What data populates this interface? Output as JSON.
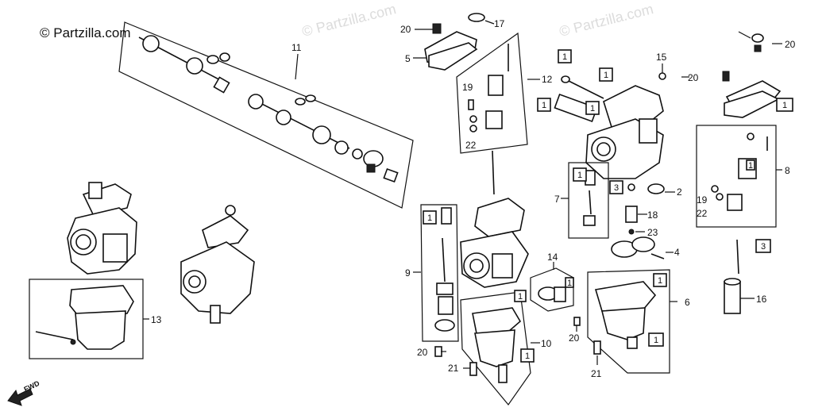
{
  "watermark": {
    "copyright": "© Partzilla.com",
    "repeat_text": "© Partzilla.com"
  },
  "fwd_label": "FWD",
  "callouts": [
    {
      "id": "c-1a",
      "text": "1"
    },
    {
      "id": "c-1b",
      "text": "1"
    },
    {
      "id": "c-1c",
      "text": "1"
    },
    {
      "id": "c-1d",
      "text": "1"
    },
    {
      "id": "c-1e",
      "text": "1"
    },
    {
      "id": "c-1f",
      "text": "1"
    },
    {
      "id": "c-1g",
      "text": "1"
    },
    {
      "id": "c-1h",
      "text": "1"
    },
    {
      "id": "c-1i",
      "text": "1"
    },
    {
      "id": "c-1j",
      "text": "1"
    },
    {
      "id": "c-1k",
      "text": "1"
    },
    {
      "id": "c-1l",
      "text": "1"
    },
    {
      "id": "c-1m",
      "text": "1"
    },
    {
      "id": "c-3a",
      "text": "3"
    },
    {
      "id": "c-3b",
      "text": "3"
    }
  ],
  "labels": [
    {
      "id": "n2",
      "text": "2"
    },
    {
      "id": "n4",
      "text": "4"
    },
    {
      "id": "n5",
      "text": "5"
    },
    {
      "id": "n6",
      "text": "6"
    },
    {
      "id": "n7",
      "text": "7"
    },
    {
      "id": "n8",
      "text": "8"
    },
    {
      "id": "n9",
      "text": "9"
    },
    {
      "id": "n10",
      "text": "10"
    },
    {
      "id": "n11",
      "text": "11"
    },
    {
      "id": "n12",
      "text": "12"
    },
    {
      "id": "n13",
      "text": "13"
    },
    {
      "id": "n14",
      "text": "14"
    },
    {
      "id": "n15",
      "text": "15"
    },
    {
      "id": "n16",
      "text": "16"
    },
    {
      "id": "n17",
      "text": "17"
    },
    {
      "id": "n18",
      "text": "18"
    },
    {
      "id": "n19a",
      "text": "19"
    },
    {
      "id": "n19b",
      "text": "19"
    },
    {
      "id": "n20a",
      "text": "20"
    },
    {
      "id": "n20b",
      "text": "20"
    },
    {
      "id": "n20c",
      "text": "20"
    },
    {
      "id": "n20d",
      "text": "20"
    },
    {
      "id": "n20e",
      "text": "20"
    },
    {
      "id": "n21a",
      "text": "21"
    },
    {
      "id": "n21b",
      "text": "21"
    },
    {
      "id": "n22a",
      "text": "22"
    },
    {
      "id": "n22b",
      "text": "22"
    },
    {
      "id": "n23",
      "text": "23"
    }
  ]
}
